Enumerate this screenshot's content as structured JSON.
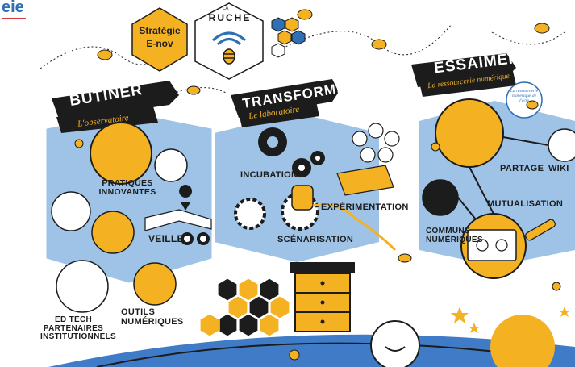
{
  "logo": {
    "fragment": "eie"
  },
  "header": {
    "strategy_line1": "Stratégie",
    "strategy_line2": "E-nov",
    "ruche_prefix": "LA",
    "ruche_title": "RUCHE"
  },
  "sections": {
    "butiner": {
      "title": "BUTINER",
      "subtitle": "L'observatoire"
    },
    "transformer": {
      "title": "TRANSFORMER",
      "subtitle": "Le laboratoire"
    },
    "essaimer": {
      "title": "ESSAIMER",
      "subtitle": "La ressourcerie numérique"
    }
  },
  "labels": {
    "pratiques": "PRATIQUES INNOVANTES",
    "veille": "VEILLE",
    "outils": "OUTILS NUMÉRIQUES",
    "edtech": "ED TECH PARTENAIRES INSTITUTIONNELS",
    "incubation": "INCUBATION",
    "experimentation": "EXPÉRIMENTATION",
    "scenarisation": "SCÉNARISATION",
    "partage": "PARTAGE",
    "wiki": "WIKI",
    "mutualisation": "MUTUALISATION",
    "communs": "COMMUNS NUMÉRIQUES",
    "ressourcerie_badge": "La ressourcerie numérique de l'acfe"
  },
  "colors": {
    "yellow": "#f4b223",
    "blue_hex": "#9ec3e6",
    "dark_blue": "#2f6fb5",
    "black": "#1c1c1c",
    "ground": "#3f7bc6"
  },
  "icons": [
    "bee-icon",
    "wifi-bee-icon",
    "hive-icon",
    "gear-icon",
    "map-pin-icon",
    "binoculars-icon",
    "cc-icon",
    "sun-icon",
    "lightbulb-icon"
  ]
}
